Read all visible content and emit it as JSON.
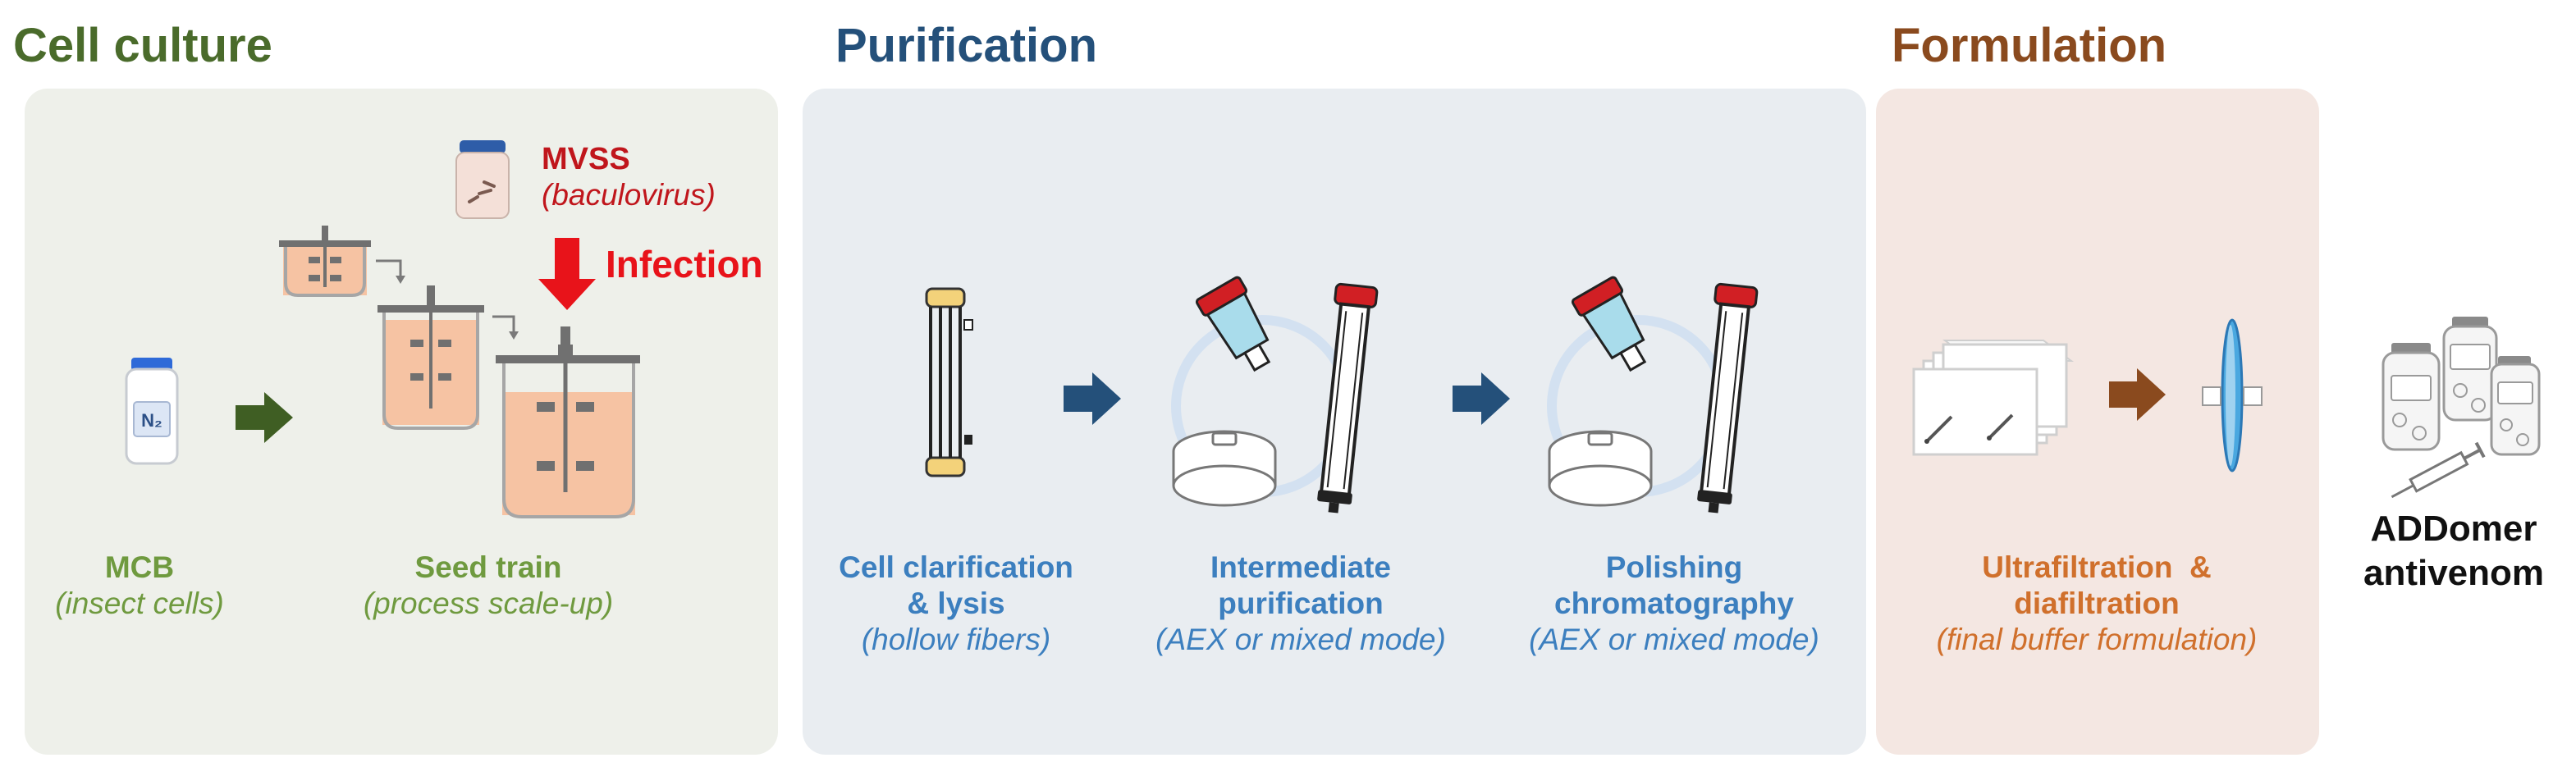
{
  "colors": {
    "cell_culture": "#4a6b2b",
    "purification": "#24507a",
    "formulation": "#8a4a1e",
    "culture_panel": "#eef0ea",
    "purification_panel": "#e9edf1",
    "formulation_panel": "#f4e7e2",
    "culture_label": "#6f9a3f",
    "purification_label": "#3c7fbf",
    "formulation_label": "#d0702c",
    "infection_red": "#e8131a",
    "mvss_red": "#c0161c",
    "medium": "#f6c3a3"
  },
  "sections": {
    "cell_culture": "Cell culture",
    "purification": "Purification",
    "formulation": "Formulation"
  },
  "mvss": {
    "title": "MVSS",
    "subtitle": "(baculovirus)"
  },
  "infection": "Infection",
  "vial_label": "N₂",
  "steps": {
    "mcb": {
      "title": "MCB",
      "subtitle": "(insect cells)"
    },
    "seed_train": {
      "title": "Seed train",
      "subtitle": "(process scale-up)"
    },
    "clarification": {
      "title_1": "Cell clarification",
      "title_2": "& lysis",
      "subtitle": "(hollow fibers)"
    },
    "intermediate": {
      "title_1": "Intermediate",
      "title_2": "purification",
      "subtitle": "(AEX or mixed mode)"
    },
    "polishing": {
      "title_1": "Polishing",
      "title_2": "chromatography",
      "subtitle": "(AEX or mixed mode)"
    },
    "ufdf": {
      "title_1": "Ultrafiltration  &",
      "title_2": "diafiltration",
      "subtitle": "(final buffer formulation)"
    }
  },
  "product": {
    "line_1": "ADDomer",
    "line_2": "antivenom"
  },
  "icons": [
    "vial-icon",
    "bioreactor-icon",
    "hollow-fiber-icon",
    "chromatography-column-icon",
    "capsule-filter-icon",
    "tff-cassette-icon",
    "syringe-filter-icon",
    "product-vials-icon",
    "flow-arrow-icon"
  ]
}
